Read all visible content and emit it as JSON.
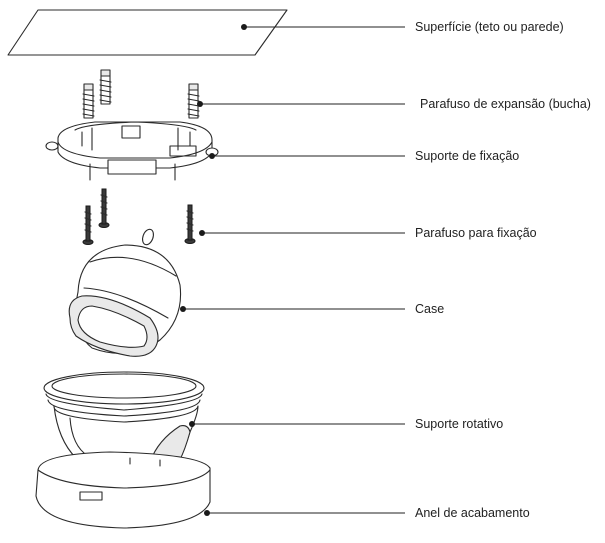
{
  "labels": {
    "surface": "Superfície (teto ou parede)",
    "expansion_screw": "Parafuso de expansão (bucha)",
    "mounting_bracket": "Suporte de fixação",
    "fixing_screw": "Parafuso para fixação",
    "case": "Case",
    "rotating_support": "Suporte rotativo",
    "finishing_ring": "Anel de acabamento"
  }
}
